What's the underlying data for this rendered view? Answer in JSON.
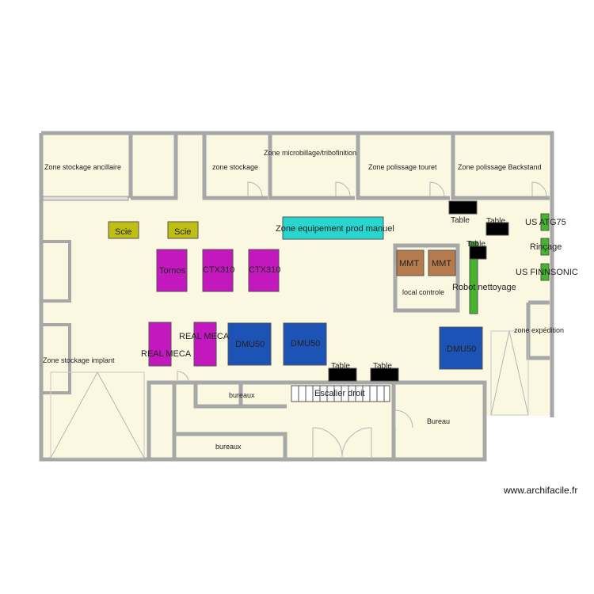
{
  "colors": {
    "floor": "#fbf8e2",
    "wall": "#a7a7a7",
    "saw": "#bfbf13",
    "magenta": "#c218be",
    "blue": "#1c53b5",
    "cyan": "#29d6cf",
    "brown": "#b57b4c",
    "green": "#44b52c",
    "black": "#000000"
  },
  "rooms": {
    "ancillaire": "Zone stockage ancillaire",
    "stockage": "zone stockage",
    "microbillage": "Zone microbillage/tribofinition",
    "touret": "Zone polissage touret",
    "backstand": "Zone polissage Backstand",
    "implant": "Zone stockage implant",
    "local_controle": "local controle",
    "expedition": "zone expédition",
    "bureaux_top": "bureaux",
    "bureaux_bottom": "bureaux",
    "bureau": "Bureau"
  },
  "equipment": {
    "scie_1": "Scie",
    "scie_2": "Scie",
    "zone_prod_manuel": "Zone equipement prod manuel",
    "tornos": "Tornos",
    "ctx310_1": "CTX310",
    "ctx310_2": "CTX310",
    "real_meca_1": "REAL MECA",
    "real_meca_2": "REAL MECA",
    "dmu50_1": "DMU50",
    "dmu50_2": "DMU50",
    "dmu50_3": "DMU50",
    "mmt_1": "MMT",
    "mmt_2": "MMT",
    "robot": "Robot nettoyage",
    "us_atg75": "US ATG75",
    "rincage": "Rinçage",
    "us_finnsonic": "US FINNSONIC",
    "table_1": "Table",
    "table_2": "Table",
    "table_3": "Table",
    "table_4": "Table",
    "table_5": "Table",
    "escalier": "Escalier droit"
  },
  "watermark": "www.archifacile.fr"
}
